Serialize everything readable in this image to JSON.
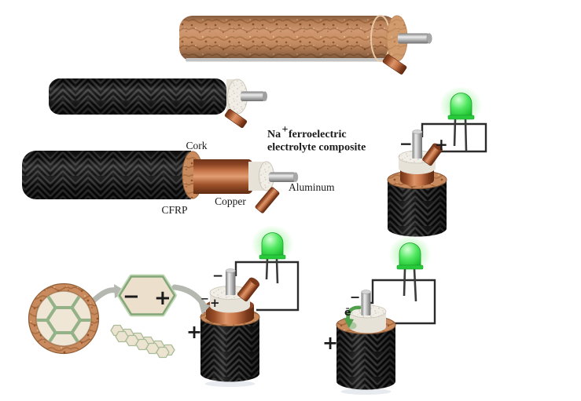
{
  "figure": {
    "composite_label": {
      "element": "Na",
      "charge": "+",
      "line1_rest": "ferroelectric",
      "line2": "electrolyte composite"
    },
    "materials": {
      "cork": "Cork",
      "cfrp": "CFRP",
      "copper": "Copper",
      "aluminum": "Aluminum"
    },
    "symbols": {
      "minus": "−",
      "plus": "+",
      "electron": "ē"
    },
    "colors": {
      "cork": "#c98b5e",
      "carbon_fiber": "#161616",
      "copper": "#b96c40",
      "aluminum": "#bdbdbd",
      "electrolyte_white": "#f1eee7",
      "led_green": "#2fd441",
      "cell_wall_green": "#93b288",
      "arrow_gray": "#b4b8b0",
      "wire_black": "#2b2b2b"
    }
  }
}
